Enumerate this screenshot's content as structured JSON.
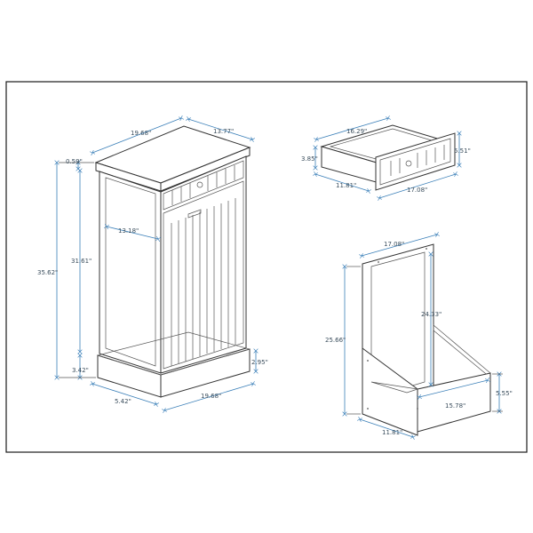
{
  "colors": {
    "frame": "#1a1a1a",
    "drawing": "#333333",
    "dimension": "#3a7fb8",
    "text": "#3a4d5c",
    "background": "#ffffff"
  },
  "cabinet": {
    "width": "19.68\"",
    "depth": "13.77\"",
    "top_thickness": "0.59\"",
    "total_height": "35.62\"",
    "body_height": "31.61\"",
    "base_height": "3.42\"",
    "base_width": "19.68\"",
    "base_side": "5.42\"",
    "base_front": "2.95\"",
    "inner_width": "13.18\""
  },
  "drawer": {
    "width": "16.29\"",
    "height": "3.85\"",
    "depth": "11.81\"",
    "front_width": "17.08\"",
    "front_height": "5.51\""
  },
  "hamper": {
    "width": "17.08\"",
    "height": "25.66\"",
    "inner_height": "24.33\"",
    "depth": "11.81\"",
    "bottom_width": "15.78\"",
    "bin_height": "5.55\""
  }
}
